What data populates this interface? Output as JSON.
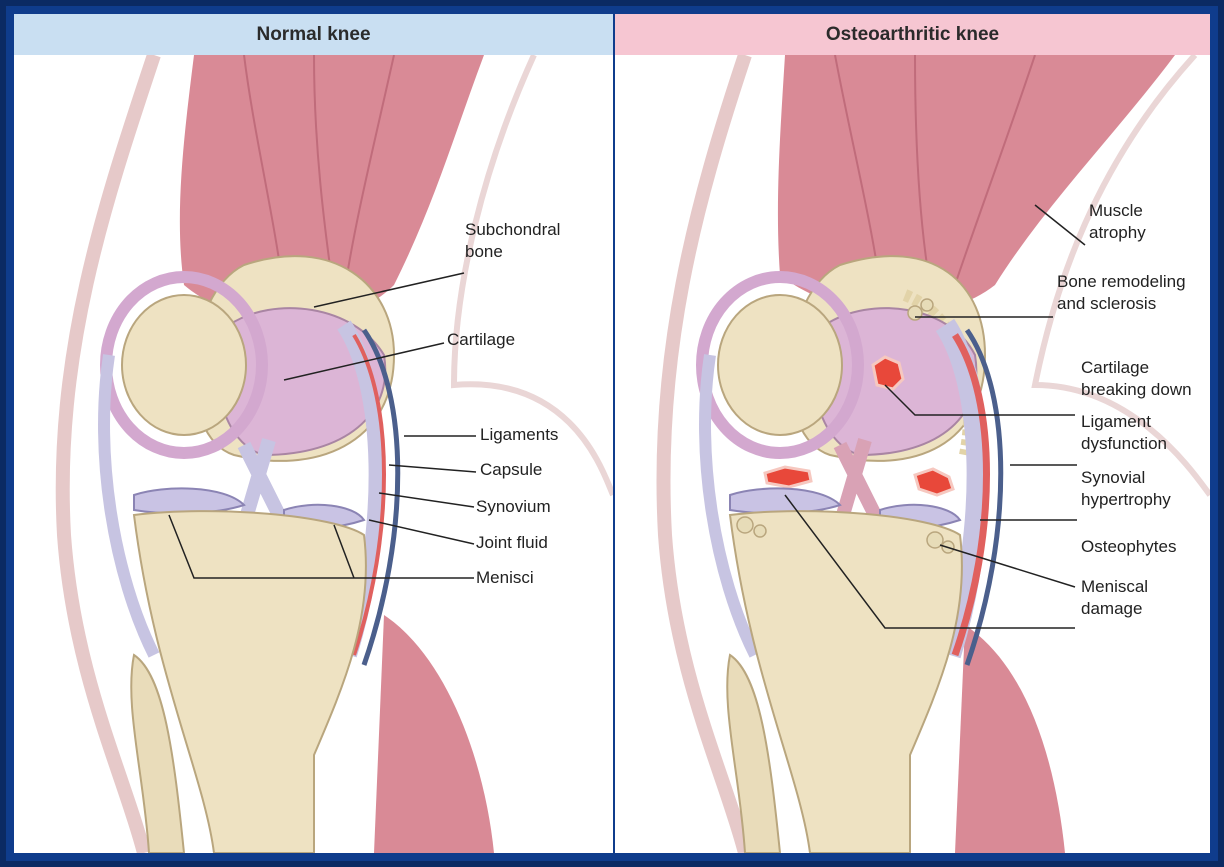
{
  "panels": {
    "normal": {
      "title": "Normal knee",
      "labels": {
        "subchondral_bone": [
          "Subchondral",
          "bone"
        ],
        "cartilage": "Cartilage",
        "ligaments": "Ligaments",
        "capsule": "Capsule",
        "synovium": "Synovium",
        "joint_fluid": "Joint fluid",
        "menisci": "Menisci"
      }
    },
    "osteoarthritic": {
      "title": "Osteoarthritic knee",
      "labels": {
        "muscle_atrophy": [
          "Muscle",
          "atrophy"
        ],
        "bone_remodeling": [
          "Bone remodeling",
          "and sclerosis"
        ],
        "cartilage_breaking": [
          "Cartilage",
          "breaking down"
        ],
        "ligament_dysfunction": [
          "Ligament",
          "dysfunction"
        ],
        "synovial_hypertrophy": [
          "Synovial",
          "hypertrophy"
        ],
        "osteophytes": "Osteophytes",
        "meniscal_damage": [
          "Meniscal",
          "damage"
        ]
      }
    }
  },
  "colors": {
    "frame": "#0f3c8c",
    "normal_header": "#c9dff2",
    "oa_header": "#f6c6d2",
    "muscle": "#d98a96",
    "bone": "#eee2c2",
    "cartilage": "#dcb5d6",
    "ligament": "#c7c4e2",
    "lesion": "#e8483a"
  }
}
